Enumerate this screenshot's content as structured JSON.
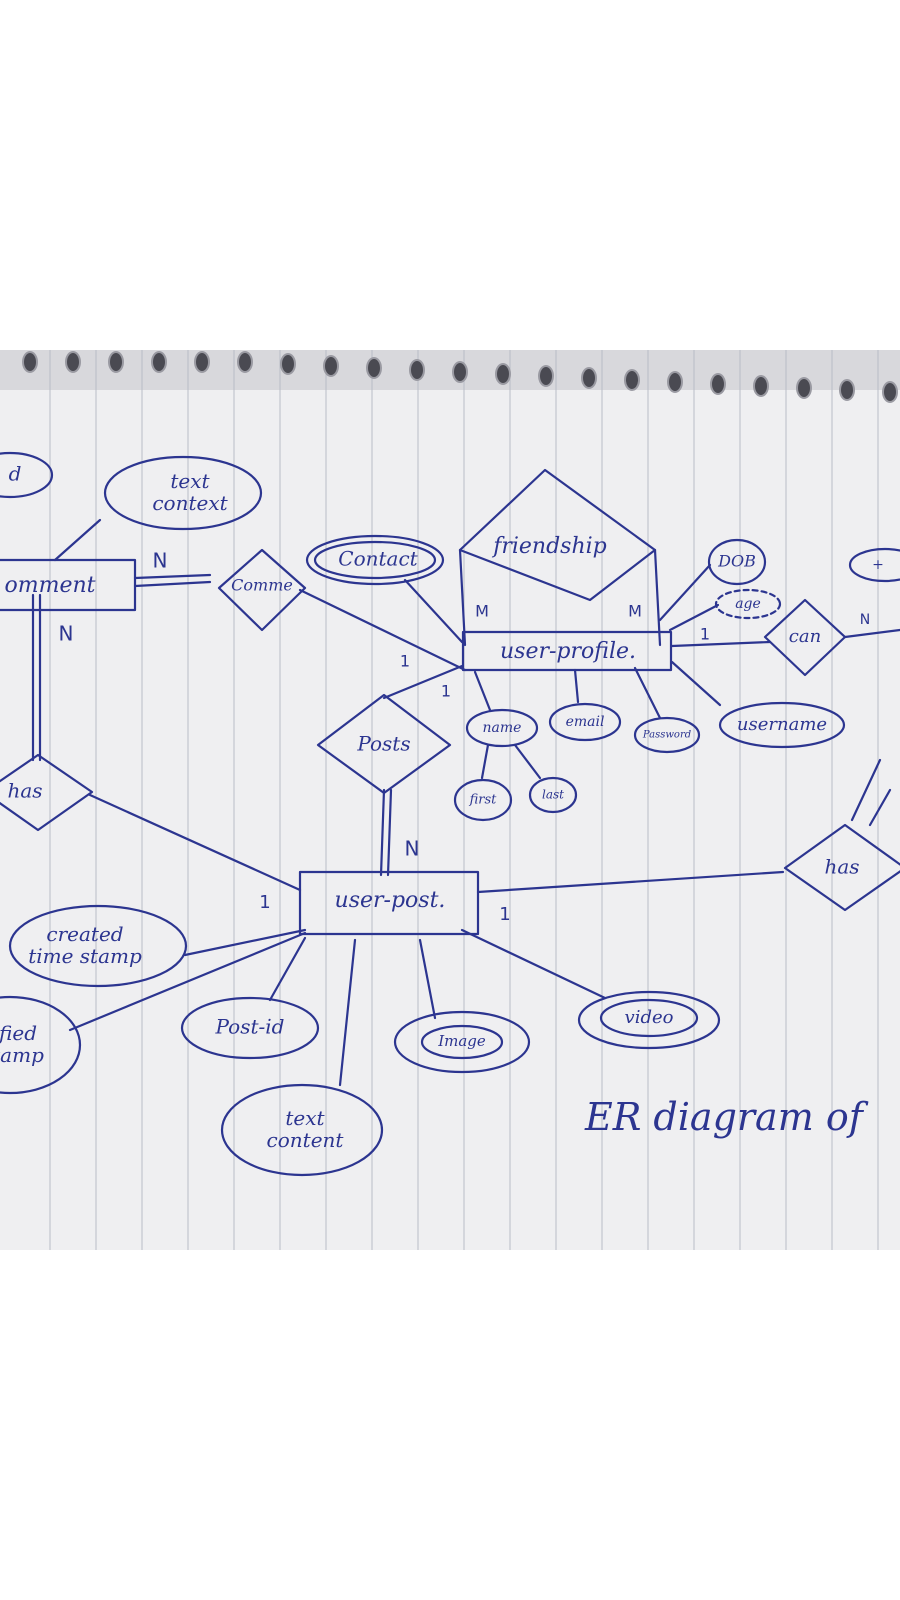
{
  "diagram": {
    "comment_attr_partial": "d",
    "comment_text": "text\ncontext",
    "comment_entity": "omment",
    "comment_card_n": "N",
    "comment_rel": "Comme",
    "comment_has_n": "N",
    "has_left": "has",
    "contact": "Contact",
    "friendship": "friendship",
    "friend_m1": "M",
    "friend_m2": "M",
    "user_profile": "user-profile.",
    "dob": "DOB",
    "age": "age",
    "can_card_1": "1",
    "can": "can",
    "can_n": "N",
    "right_partial": "+",
    "profile_card_1a": "1",
    "profile_card_1b": "1",
    "name": "name",
    "email": "email",
    "password": "Password",
    "username": "username",
    "first": "first",
    "last": "last",
    "posts": "Posts",
    "posts_n": "N",
    "user_post": "user-post.",
    "post_card_1_left": "1",
    "post_card_1_right": "1",
    "has_right": "has",
    "created_timestamp": "created\ntime stamp",
    "modified_partial": "fied\ntamp",
    "post_id": "Post-id",
    "image": "Image",
    "video": "video",
    "text_content": "text\ncontent",
    "title_partial": "ER diagram of"
  }
}
